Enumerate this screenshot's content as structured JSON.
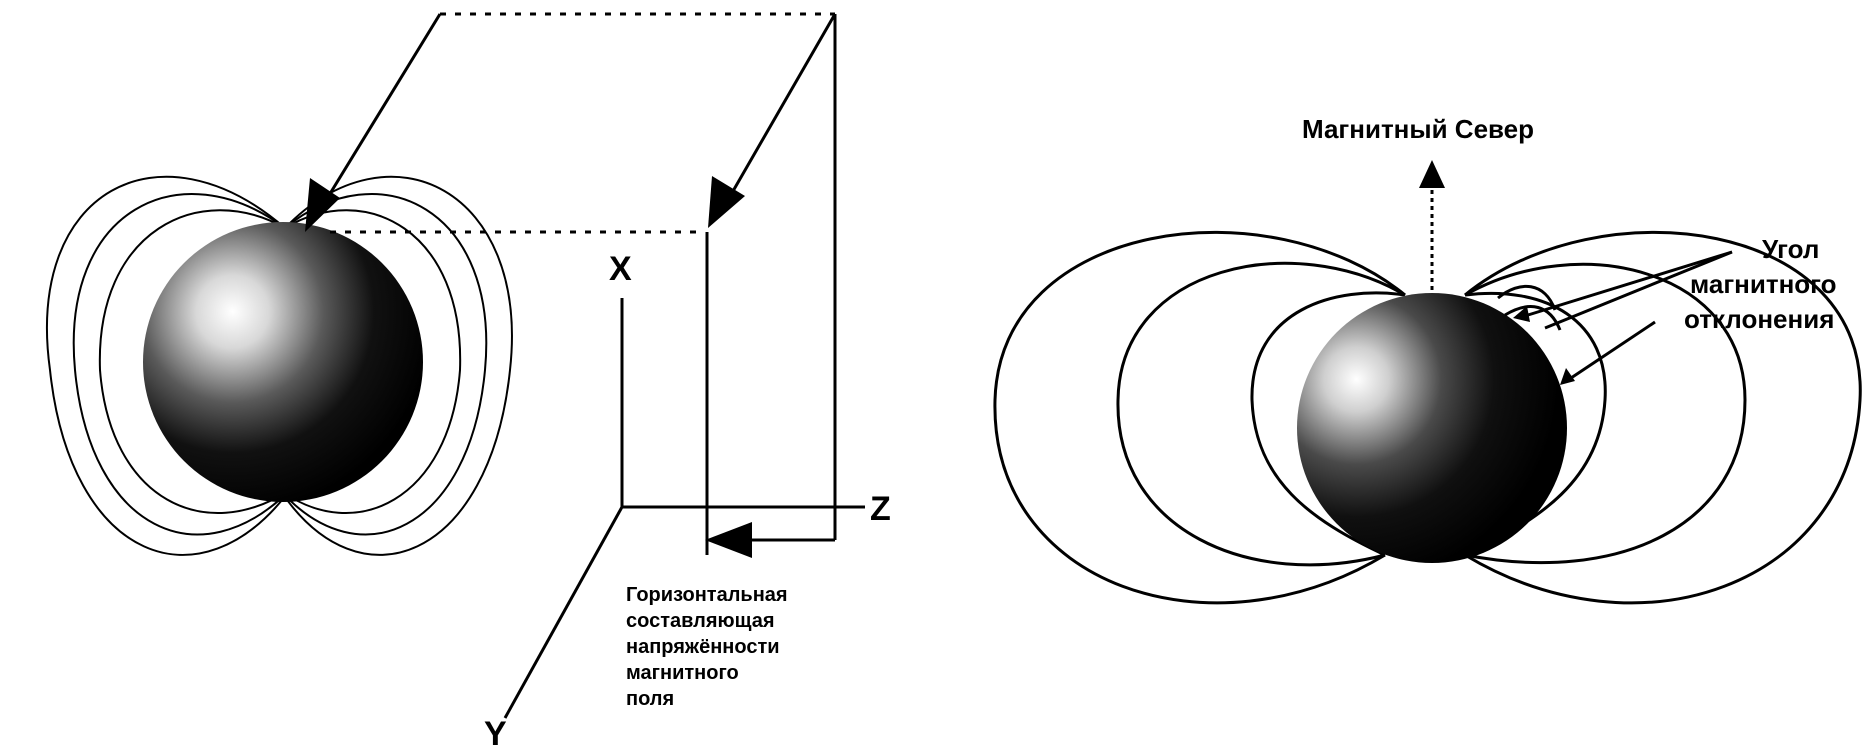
{
  "left_diagram": {
    "axis_x": "X",
    "axis_y": "Y",
    "axis_z": "Z",
    "caption": [
      "Горизонтальная",
      "составляющая",
      "напряжённости",
      "магнитного",
      "поля"
    ]
  },
  "right_diagram": {
    "north_label": "Магнитный Север",
    "angle_label": [
      "Угол",
      "магнитного",
      "отклонения"
    ]
  },
  "colors": {
    "ink": "#000000",
    "sphere_light": "#ffffff",
    "sphere_dark": "#000000"
  }
}
